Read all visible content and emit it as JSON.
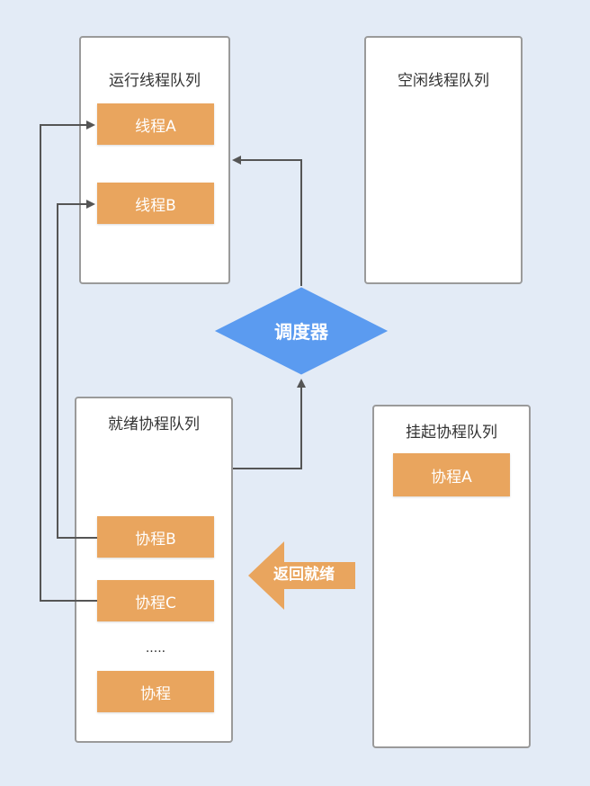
{
  "running_queue": {
    "title": "运行线程队列",
    "items": [
      "线程A",
      "线程B"
    ]
  },
  "idle_queue": {
    "title": "空闲线程队列"
  },
  "ready_queue": {
    "title": "就绪协程队列",
    "items": [
      "协程B",
      "协程C"
    ],
    "ellipsis": ".....",
    "last_item": "协程"
  },
  "suspended_queue": {
    "title": "挂起协程队列",
    "items": [
      "协程A"
    ]
  },
  "scheduler": {
    "label": "调度器",
    "color": "#5b9bf0"
  },
  "return_ready": {
    "label": "返回就绪",
    "color": "#e9a55e"
  },
  "colors": {
    "item_fill": "#e9a55e",
    "background": "#e3ebf6",
    "connector": "#555555"
  }
}
